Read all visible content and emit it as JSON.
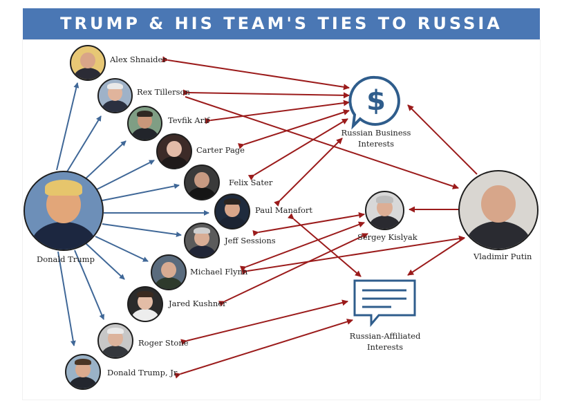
{
  "title": "Trump & His Team's Ties to Russia",
  "people": {
    "trump": "Donald Trump",
    "putin": "Vladimir Putin",
    "shnaider": "Alex Shnaider",
    "tillerson": "Rex Tillerson",
    "arif": "Tevfik Arif",
    "page": "Carter Page",
    "sater": "Felix Sater",
    "manafort": "Paul Manafort",
    "sessions": "Jeff Sessions",
    "kislyak": "Sergey Kislyak",
    "flynn": "Michael Flynn",
    "kushner": "Jared Kushner",
    "stone": "Roger Stone",
    "trumpjr": "Donald Trump, Jr."
  },
  "groups": {
    "business_line1": "Russian Business",
    "business_line2": "Interests",
    "affiliated_line1": "Russian-Affiliated",
    "affiliated_line2": "Interests"
  },
  "icons": {
    "business": "dollar-speech-bubble-icon",
    "affiliated": "document-speech-bubble-icon"
  },
  "colors": {
    "banner": "#4a77b4",
    "blue_arrow": "#3f6797",
    "red_arrow": "#9b1b1b",
    "icon": "#2f5d8c"
  },
  "connections": {
    "trump_to": [
      "shnaider",
      "tillerson",
      "arif",
      "page",
      "sater",
      "manafort",
      "sessions",
      "flynn",
      "kushner",
      "stone",
      "trumpjr"
    ],
    "to_business": [
      "shnaider",
      "tillerson",
      "arif",
      "page",
      "sater",
      "manafort",
      "putin"
    ],
    "to_kislyak": [
      "sessions",
      "flynn",
      "kushner",
      "putin"
    ],
    "to_affiliated": [
      "manafort",
      "stone",
      "trumpjr",
      "putin"
    ],
    "other": [
      [
        "tillerson",
        "putin"
      ],
      [
        "flynn",
        "putin"
      ]
    ]
  }
}
